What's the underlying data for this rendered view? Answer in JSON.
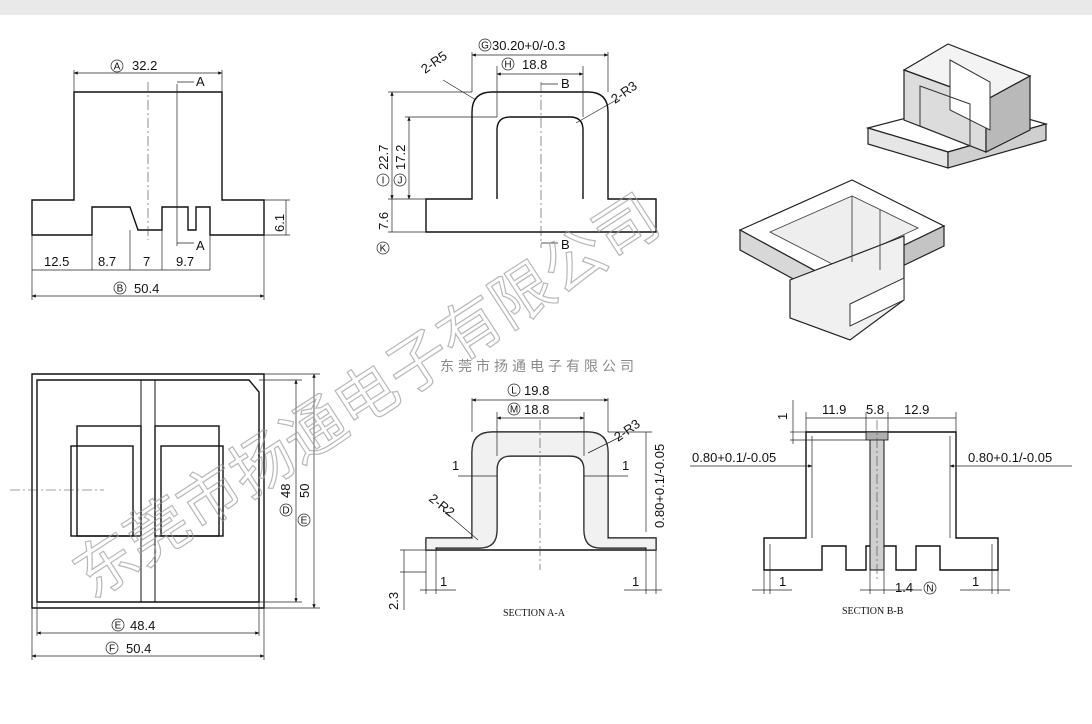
{
  "watermark": {
    "large": "东莞市扬通电子有限公司",
    "small": "东莞市扬通电子有限公司"
  },
  "front_view": {
    "width_top": {
      "letter": "A",
      "value": "32.2"
    },
    "width_base": {
      "letter": "B",
      "value": "50.4"
    },
    "section_mark": "A",
    "flange_height": "6.1",
    "bottom_dims": [
      "12.5",
      "8.7",
      "7",
      "9.7"
    ]
  },
  "side_view": {
    "g": {
      "letter": "G",
      "value": "30.20+0/-0.3"
    },
    "h": {
      "letter": "H",
      "value": "18.8"
    },
    "r_outer": "2-R5",
    "r_inner": "2-R3",
    "section_mark": "B",
    "i": {
      "letter": "I",
      "value": "22.7"
    },
    "j": {
      "letter": "J",
      "value": "17.2"
    },
    "k": {
      "letter": "K",
      "value": "7.6"
    }
  },
  "top_view": {
    "e": {
      "letter": "E",
      "value": "48.4"
    },
    "f": {
      "letter": "F",
      "value": "50.4"
    },
    "d": {
      "letter": "D",
      "value": "48"
    },
    "e2": {
      "letter": "E",
      "value": "50"
    }
  },
  "section_a": {
    "caption": "SECTION A-A",
    "l": {
      "letter": "L",
      "value": "19.8"
    },
    "m": {
      "letter": "M",
      "value": "18.8"
    },
    "r_top": "2-R3",
    "r_bottom": "2-R2",
    "wall": "0.80+0.1/-0.05",
    "one": "1",
    "base": "2.3"
  },
  "section_b": {
    "caption": "SECTION B-B",
    "top_dims": [
      "11.9",
      "5.8",
      "12.9"
    ],
    "wall": "0.80+0.1/-0.05",
    "one": "1",
    "n": {
      "letter": "N",
      "value": "1.4"
    }
  }
}
